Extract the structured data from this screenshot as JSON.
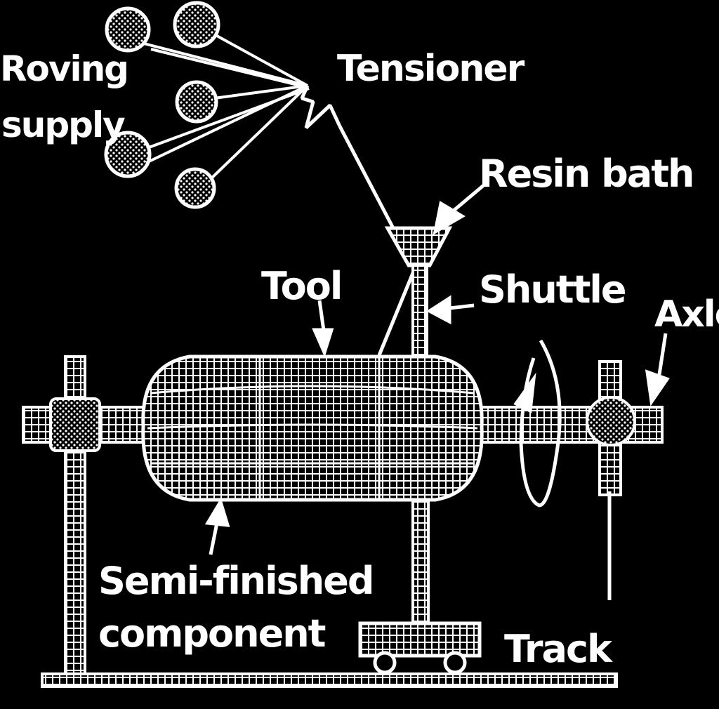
{
  "diagram": {
    "colors": {
      "background": "#000000",
      "ink": "#ffffff",
      "shade": "#d8d8d8"
    },
    "labels": {
      "roving_supply": [
        "Roving",
        "supply"
      ],
      "tensioner": "Tensioner",
      "resin_bath": "Resin bath",
      "tool": "Tool",
      "shuttle": "Shuttle",
      "axle": "Axle",
      "semi_finished_component": [
        "Semi-finished",
        "component"
      ],
      "track": "Track"
    }
  }
}
